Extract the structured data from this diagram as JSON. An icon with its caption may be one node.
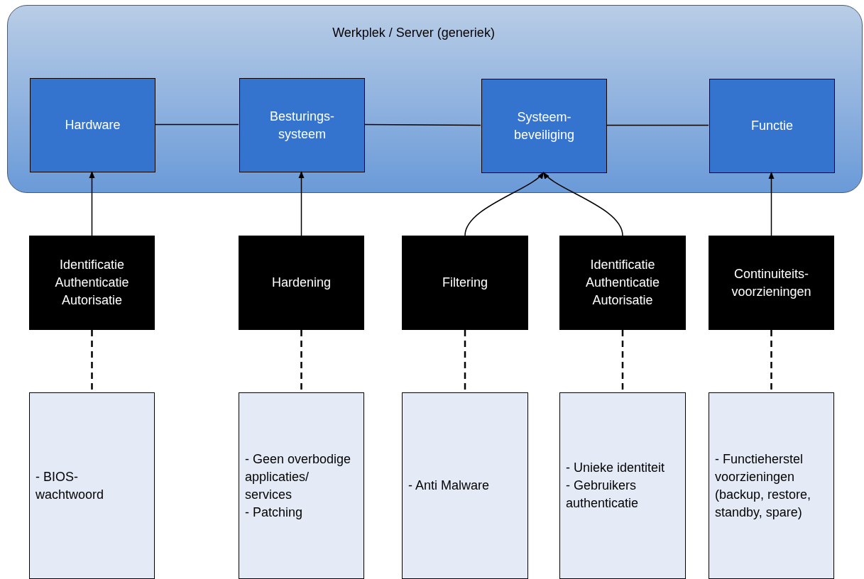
{
  "diagram": {
    "nodes": [
      {
        "text": [
          "Werkplek / Server (generiek)"
        ]
      },
      {
        "text": [
          "Hardware"
        ],
        "in": 0
      },
      {
        "text": [
          "Besturings- systeem"
        ],
        "in": 0
      },
      {
        "text": [
          "Systeem- beveiliging"
        ],
        "in": 0
      },
      {
        "text": [
          "Functie"
        ],
        "in": 0
      },
      {
        "text": [
          "Identificatie Authenticatie Autorisatie"
        ]
      },
      {
        "text": [
          "Hardening"
        ]
      },
      {
        "text": [
          "Filtering"
        ]
      },
      {
        "text": [
          "Identificatie Authenticatie Autorisatie"
        ]
      },
      {
        "text": [
          "Continuiteits- voorzieningen"
        ]
      },
      {
        "text": [
          "- BIOS- wachtwoord"
        ]
      },
      {
        "text": [
          "- Geen overbodige applicaties/ services",
          "- Patching"
        ]
      },
      {
        "text": [
          "- Anti Malware"
        ]
      },
      {
        "text": [
          "- Unieke identiteit",
          "- Gebruikers authenticatie"
        ]
      },
      {
        "text": [
          "- Functieherstel voorzieningen (backup, restore, standby, spare)"
        ]
      }
    ],
    "edges": [
      {
        "from": 1,
        "to": 2,
        "arrow": "none"
      },
      {
        "from": 2,
        "to": 3,
        "arrow": "none"
      },
      {
        "from": 3,
        "to": 4,
        "arrow": "none"
      },
      {
        "from": 5,
        "to": 1,
        "arrow": "to"
      },
      {
        "from": 6,
        "to": 2,
        "arrow": "to"
      },
      {
        "from": 7,
        "to": 3,
        "arrow": "to"
      },
      {
        "from": 8,
        "to": 3,
        "arrow": "to"
      },
      {
        "from": 9,
        "to": 4,
        "arrow": "to"
      },
      {
        "from": 5,
        "to": 10,
        "arrow": "none",
        "style": "dashed"
      },
      {
        "from": 6,
        "to": 11,
        "arrow": "none",
        "style": "dashed"
      },
      {
        "from": 7,
        "to": 12,
        "arrow": "none",
        "style": "dashed"
      },
      {
        "from": 8,
        "to": 13,
        "arrow": "none",
        "style": "dashed"
      },
      {
        "from": 9,
        "to": 14,
        "arrow": "none",
        "style": "dashed"
      }
    ]
  }
}
